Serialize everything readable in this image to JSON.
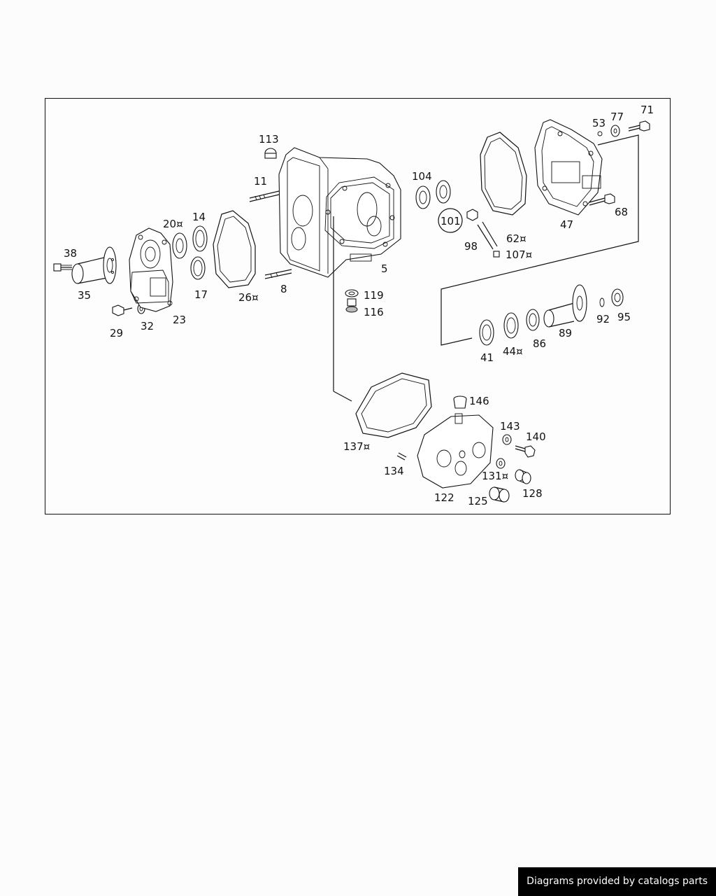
{
  "diagram": {
    "parts": [
      {
        "id": "p5",
        "label": "5"
      },
      {
        "id": "p8",
        "label": "8"
      },
      {
        "id": "p11",
        "label": "11"
      },
      {
        "id": "p14",
        "label": "14"
      },
      {
        "id": "p17",
        "label": "17"
      },
      {
        "id": "p20",
        "label": "20¤"
      },
      {
        "id": "p23",
        "label": "23"
      },
      {
        "id": "p26",
        "label": "26¤"
      },
      {
        "id": "p29",
        "label": "29"
      },
      {
        "id": "p32",
        "label": "32"
      },
      {
        "id": "p35",
        "label": "35"
      },
      {
        "id": "p38",
        "label": "38"
      },
      {
        "id": "p41",
        "label": "41"
      },
      {
        "id": "p44",
        "label": "44¤"
      },
      {
        "id": "p47",
        "label": "47"
      },
      {
        "id": "p53",
        "label": "53"
      },
      {
        "id": "p62",
        "label": "62¤"
      },
      {
        "id": "p68",
        "label": "68"
      },
      {
        "id": "p71",
        "label": "71"
      },
      {
        "id": "p77",
        "label": "77"
      },
      {
        "id": "p86",
        "label": "86"
      },
      {
        "id": "p89",
        "label": "89"
      },
      {
        "id": "p92",
        "label": "92"
      },
      {
        "id": "p95",
        "label": "95"
      },
      {
        "id": "p98",
        "label": "98"
      },
      {
        "id": "p101",
        "label": "101"
      },
      {
        "id": "p104",
        "label": "104"
      },
      {
        "id": "p107",
        "label": "107¤"
      },
      {
        "id": "p113",
        "label": "113"
      },
      {
        "id": "p116",
        "label": "116"
      },
      {
        "id": "p119",
        "label": "119"
      },
      {
        "id": "p122",
        "label": "122"
      },
      {
        "id": "p125",
        "label": "125"
      },
      {
        "id": "p128",
        "label": "128"
      },
      {
        "id": "p131",
        "label": "131¤"
      },
      {
        "id": "p134",
        "label": "134"
      },
      {
        "id": "p137",
        "label": "137¤"
      },
      {
        "id": "p140",
        "label": "140"
      },
      {
        "id": "p143",
        "label": "143"
      },
      {
        "id": "p146",
        "label": "146"
      }
    ]
  },
  "footer": {
    "text": "Diagrams provided by catalogs parts"
  }
}
